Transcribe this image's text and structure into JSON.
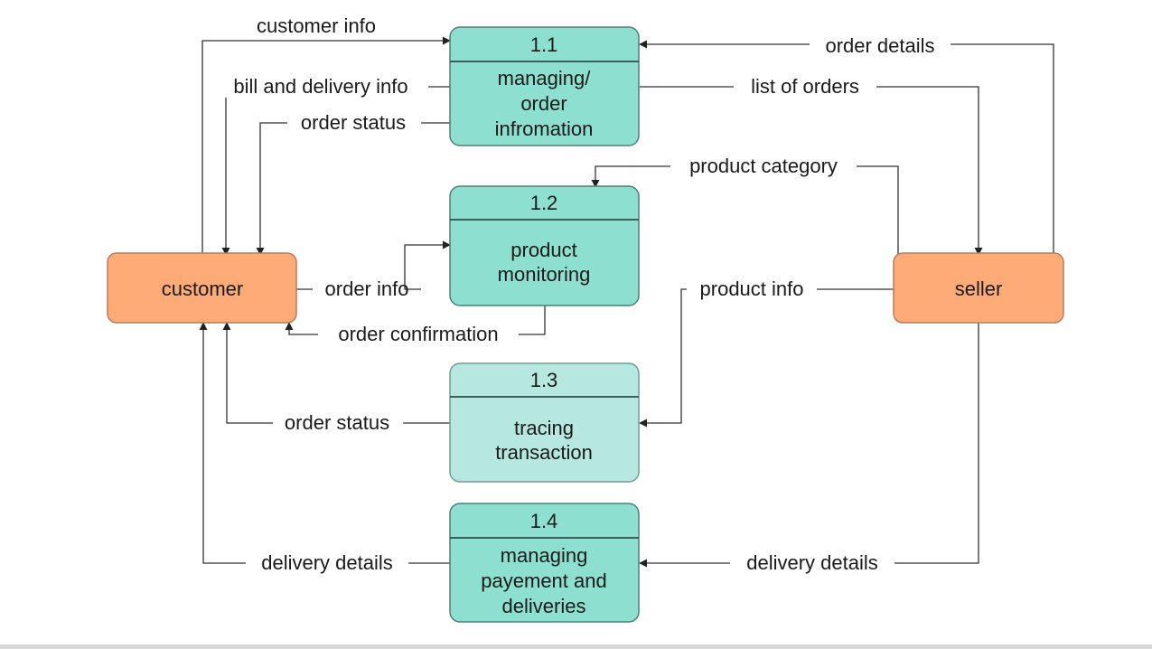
{
  "colors": {
    "process_fill": "#8ddfcf",
    "process_fill_light": "#b6e8df",
    "process_border": "#4f7f78",
    "entity_fill": "#ffab78",
    "entity_border": "#b07f60",
    "line": "#333333"
  },
  "entities": {
    "customer": "customer",
    "seller": "seller"
  },
  "processes": [
    {
      "number": "1.1",
      "lines": [
        "managing/",
        "order",
        "infromation"
      ]
    },
    {
      "number": "1.2",
      "lines": [
        "product",
        "monitoring"
      ]
    },
    {
      "number": "1.3",
      "lines": [
        "tracing",
        "transaction"
      ]
    },
    {
      "number": "1.4",
      "lines": [
        "managing",
        "payement and",
        "deliveries"
      ]
    }
  ],
  "flows": {
    "customer_info": "customer info",
    "bill_delivery_info": "bill and delivery info",
    "order_status_1": "order status",
    "order_details": "order details",
    "list_of_orders": "list  of orders",
    "product_category": "product category",
    "order_info": "order info",
    "order_confirmation": "order confirmation",
    "product_info": "product info",
    "order_status_2": "order status",
    "delivery_details_customer": "delivery details",
    "delivery_details_seller": "delivery details"
  }
}
